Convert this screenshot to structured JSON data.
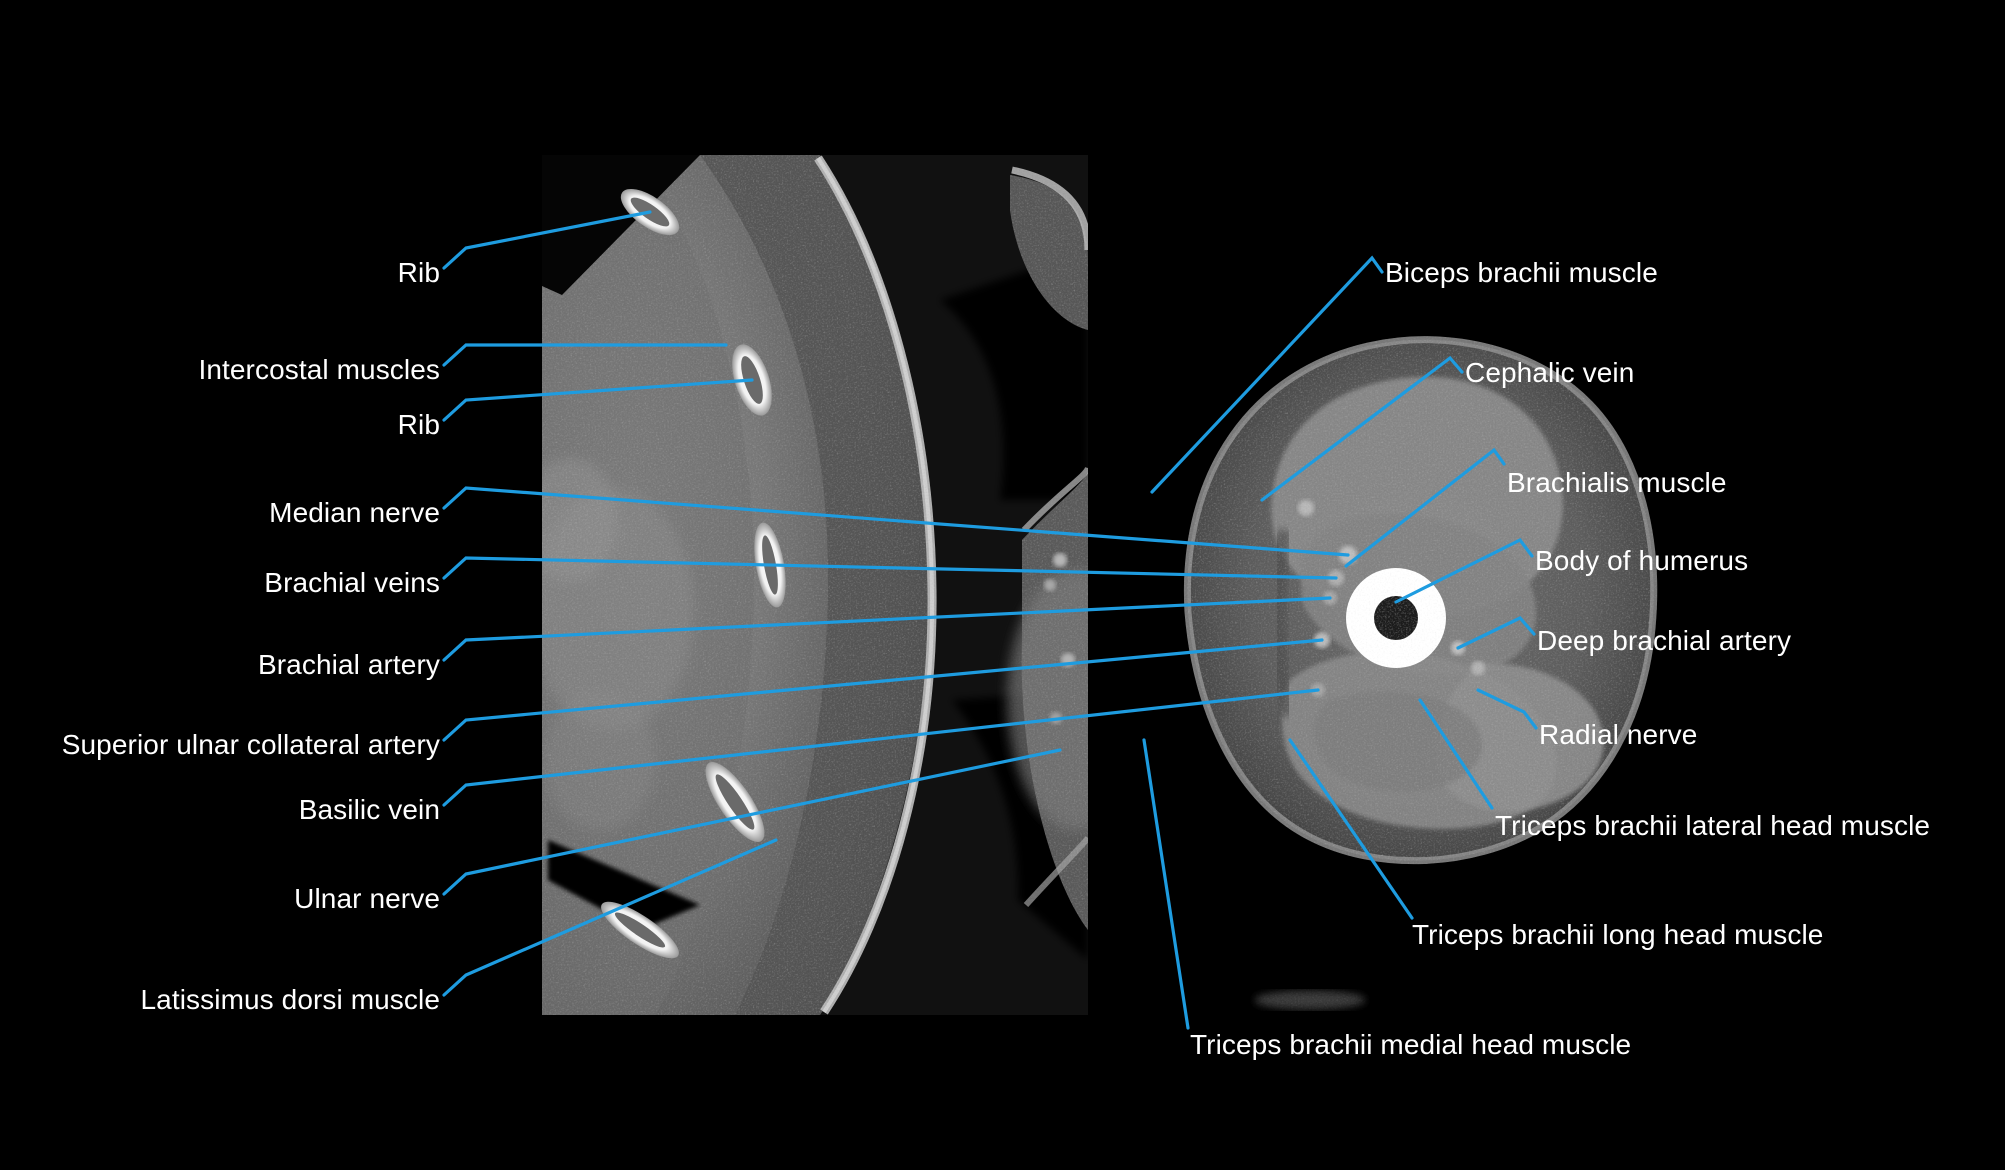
{
  "figure": {
    "kind": "annotated-ct-cross-section",
    "modality": "CT",
    "panels": [
      {
        "name": "left-panel",
        "description": "Axial CT of lateral chest wall with ribs, intercostal muscles, lung and adjacent upper arm"
      },
      {
        "name": "right-panel",
        "description": "Axial CT cross-section of the arm at mid-humerus level"
      }
    ],
    "background_color": "#000000",
    "leader_color": "#1e9ce0",
    "text_color": "#ffffff"
  },
  "labels_left": [
    {
      "id": "rib-upper",
      "text": "Rib"
    },
    {
      "id": "intercostal-muscles",
      "text": "Intercostal muscles"
    },
    {
      "id": "rib-lower",
      "text": "Rib"
    },
    {
      "id": "median-nerve",
      "text": "Median nerve"
    },
    {
      "id": "brachial-veins",
      "text": "Brachial veins"
    },
    {
      "id": "brachial-artery",
      "text": "Brachial artery"
    },
    {
      "id": "superior-ulnar-collateral-artery",
      "text": "Superior ulnar collateral artery"
    },
    {
      "id": "basilic-vein",
      "text": "Basilic vein"
    },
    {
      "id": "ulnar-nerve",
      "text": "Ulnar nerve"
    },
    {
      "id": "latissimus-dorsi-muscle",
      "text": "Latissimus dorsi muscle"
    }
  ],
  "labels_right": [
    {
      "id": "biceps-brachii-muscle",
      "text": "Biceps brachii muscle"
    },
    {
      "id": "cephalic-vein",
      "text": "Cephalic vein"
    },
    {
      "id": "brachialis-muscle",
      "text": "Brachialis muscle"
    },
    {
      "id": "body-of-humerus",
      "text": "Body of humerus"
    },
    {
      "id": "deep-brachial-artery",
      "text": "Deep brachial artery"
    },
    {
      "id": "radial-nerve",
      "text": "Radial nerve"
    },
    {
      "id": "triceps-brachii-lateral-head-muscle",
      "text": "Triceps brachii lateral head muscle"
    },
    {
      "id": "triceps-brachii-long-head-muscle",
      "text": "Triceps brachii long head muscle"
    },
    {
      "id": "triceps-brachii-medial-head-muscle",
      "text": "Triceps brachii medial head muscle"
    }
  ]
}
